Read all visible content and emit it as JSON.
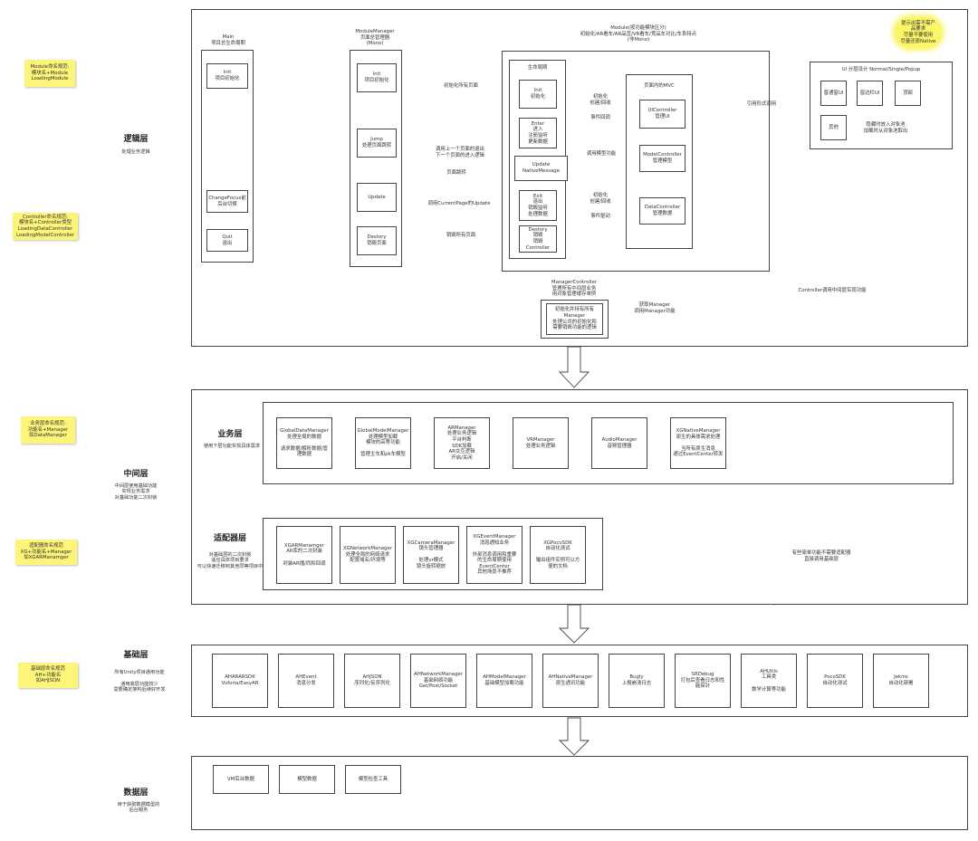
{
  "stickies": {
    "module": "Module命名规范:\n模块名+Module\nLoadingModule",
    "controller": "Controller命名规范:\n模块名+Controller类型\nLoadingDataController\nLoadingModelController",
    "business": "业务层命名规范:\n功能名+Manager\n如DataManager",
    "adapter": "适配器命名规范\nXG+功能名+Manager\n如XGARManamger",
    "base": "基础层命名规范\nAH+功能名\n如AHJSON",
    "native": "提示出需不需产\n品要求\n尽量不要使用\n尽量还原Native"
  },
  "layers": {
    "logic": {
      "title": "逻辑层",
      "desc": "处理业务逻辑"
    },
    "middle": {
      "title": "中间层",
      "desc": "中间层使用基础功能\n实现业务需求\n对基础功能二次封装"
    },
    "base": {
      "title": "基础层",
      "desc": "所有Unity项目通用功能\n\n通用底层功能较少\n需要确定架构后续好开发"
    },
    "data": {
      "title": "数据层",
      "desc": "用于获取数据模型的\n后台服务"
    }
  },
  "main": {
    "title": "Main\n项目总生命周期",
    "init": "Init\n项目初始化",
    "changefocus": "ChangeFocus前\n后台切换",
    "quit": "Quit\n退出"
  },
  "module_manager": {
    "title": "ModuleManager\n页面总管理器\n(Mono)",
    "init": "Init\n项目初始化",
    "jump": "Jump\n处理页面跳转",
    "update": "Update",
    "destory": "Destory\n销毁页面"
  },
  "module": {
    "title": "Module(按功能模块区分)\n初始化/AR看车/AR品宣/VR看车/竞品车对比/车系特点\n(非Mono)",
    "lifecycle": "生命周期",
    "init": "Init\n初始化",
    "enter": "Enter\n进入\n注册监听\n更新数据",
    "update": "Update\nNativeMessage",
    "exit": "Exit\n退出\n销毁监听\n处理数据",
    "destory": "Destory\n销毁\n销毁\nController",
    "mvc": "页面内的MVC",
    "ui_controller": "UIController\n管理UI",
    "model_controller": "ModelController\n管理模型",
    "data_controller": "DataController\n管理数据"
  },
  "ui": {
    "title": "UI 分层设计 Normal/Single/Popup",
    "items": [
      "普通窗UI",
      "窗边栏UI",
      "顶部"
    ],
    "other": "其他",
    "note": "隐藏时放入对象池\n加载时从对象池取出"
  },
  "manager_controller": {
    "title": "ManagerController\n管理所有中间层业务\n用对象管理缓存单例",
    "box": "初始化并持有所有\nManager\n处理公共的初始化和\n需要销毁功能的逻辑"
  },
  "labels": {
    "init_all": "初始化所有页面",
    "prev_exit": "调用上一个页面的退出\n下一个页面的进入逻辑",
    "page_jump": "页面跳转",
    "call_update": "调用CurrentPage的Update",
    "destroy_all": "销毁所有页面",
    "init_create1": "初始化\n创建/回收",
    "event_notify": "事件回调",
    "call_model": "调用模型功能",
    "init_create2": "初始化\n创建/回收",
    "event_drive": "事件驱动",
    "ref_call": "引用形式调用",
    "get_manager": "获取Manager\n调用Manager功能",
    "controller_call": "Controller调用中间层实现功能",
    "direct_base": "有些简单功能不需要适配器\n直接调用基础层"
  },
  "business": {
    "title": "业务层",
    "desc": "使用下层功能实现具体需求",
    "items": [
      "GlobalDataManager\n处理全局的数据\n\n请求数据/解析数据/管\n理数据",
      "GlobalModelManager\n处理模型加载\n模块的高等功能\n\n管理主车和pk车模型",
      "ARManager\n处理业务逻辑\n平台判断\nSDK加载\nAR交互逻辑\n开启/关闭",
      "VRManager\n处理业务逻辑",
      "AudioManager\n音频管理器",
      "XGNativeManager\n原生的具体需求处理\n\n当所有原生消息\n通过EventCenter转发"
    ]
  },
  "adapter": {
    "title": "适配器层",
    "desc": "对基础层的二次封装\n适应具体项目要求\n可以快速迁移到其他同等项目中",
    "items": [
      "XGARManamger\nAR库的二次封装\n\n封装AR播/同和回调",
      "XGNetworkManager\n处理全局的网络请求\n配置域名/环境等",
      "XGCameraManager\n镜头管理器\n\n处理vr模式\n镜头旋转缩放",
      "XGEventManager\n消息通知业务\n\n外部消息调用和重要\n的生命周期使用\nEventCenter\n其他场景不推荐",
      "XGPocoSDK\n自动化测试\n\n输出组件实例可以方\n便的文档"
    ]
  },
  "base": {
    "items": [
      "AHARARSDK\nVuforia/EasyAR",
      "AHEvent\n消息分发",
      "AHJSON\n序列化/反序列化",
      "AHNetworkManager\n基础网络功能\nGet/Post/Socket",
      "AHModelManager\n基础模型加载功能",
      "AHNativeManager\n原生通讯功能",
      "Bugly\n上报崩溃日志",
      "SRDebug\n打包后查看日志和性\n能探针",
      "AHUtils\n工具类\n\n数学计算等功能",
      "PocoSDK\n自动化测试",
      "Jekins\n自动化部署"
    ]
  },
  "data": {
    "items": [
      "VM后台数据",
      "模型数据",
      "模型检查工具"
    ]
  }
}
